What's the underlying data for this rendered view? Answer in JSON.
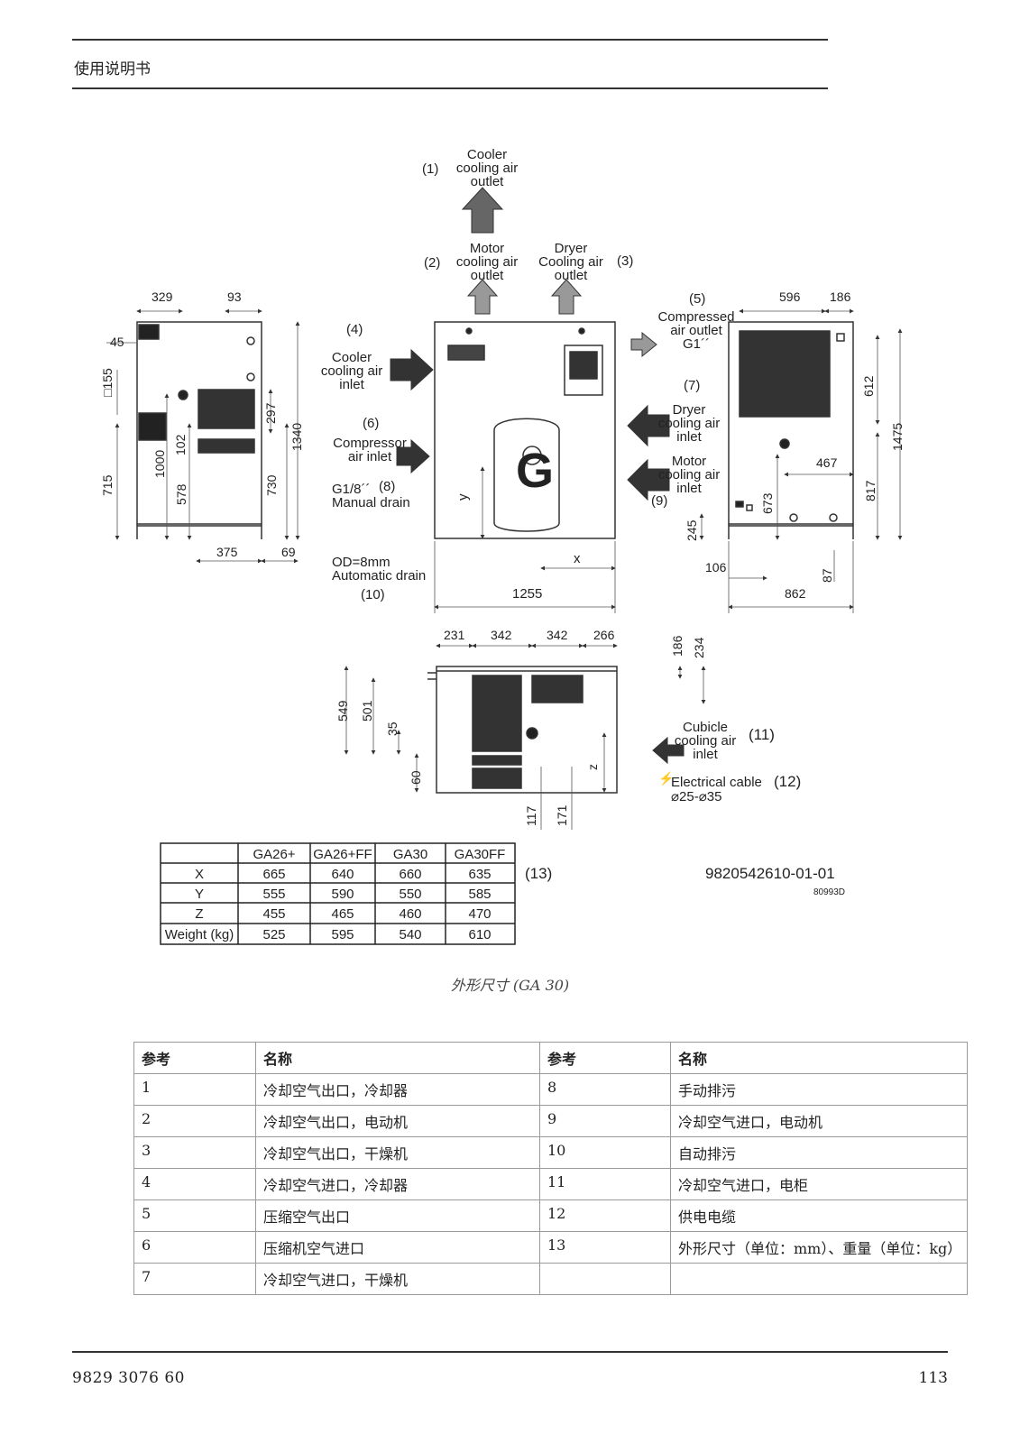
{
  "header": {
    "title": "使用说明书"
  },
  "footer": {
    "doc_number": "9829 3076 60",
    "page": "113"
  },
  "figure": {
    "caption": "外形尺寸 (GA 30)",
    "drawing_number": "9820542610-01-01",
    "drawing_code": "80993D",
    "callouts": {
      "c1_num": "(1)",
      "c1_l1": "Cooler",
      "c1_l2": "cooling air",
      "c1_l3": "outlet",
      "c2_num": "(2)",
      "c2_l1": "Motor",
      "c2_l2": "cooling air",
      "c2_l3": "outlet",
      "c3_num": "(3)",
      "c3_l1": "Dryer",
      "c3_l2": "Cooling air",
      "c3_l3": "outlet",
      "c4_num": "(4)",
      "c4_l1": "Cooler",
      "c4_l2": "cooling air",
      "c4_l3": "inlet",
      "c5_num": "(5)",
      "c5_l1": "Compressed",
      "c5_l2": "air outlet",
      "c5_l3": "G1´´",
      "c6_num": "(6)",
      "c6_l1": "Compressor",
      "c6_l2": "air inlet",
      "c7_num": "(7)",
      "c7_l1": "Dryer",
      "c7_l2": "cooling air",
      "c7_l3": "inlet",
      "c8_num": "(8)",
      "c8_l1": "G1/8´´",
      "c8_l2": "Manual drain",
      "c9_num": "(9)",
      "c9_l1": "Motor",
      "c9_l2": "cooling air",
      "c9_l3": "inlet",
      "c10_num": "(10)",
      "c10_l1": "OD=8mm",
      "c10_l2": "Automatic drain",
      "c11_num": "(11)",
      "c11_l1": "Cubicle",
      "c11_l2": "cooling air",
      "c11_l3": "inlet",
      "c12_num": "(12)",
      "c12_l1": "Electrical cable",
      "c12_l2": "⌀25-⌀35",
      "c13_num": "(13)"
    },
    "dimensions": {
      "left_329": "329",
      "left_93": "93",
      "left_45": "45",
      "left_155": "□155",
      "left_297": "297",
      "left_102": "102",
      "left_1340": "1340",
      "left_1000": "1000",
      "left_715": "715",
      "left_578": "578",
      "left_730": "730",
      "left_375": "375",
      "left_69": "69",
      "front_y": "y",
      "front_x": "x",
      "front_1255": "1255",
      "right_596": "596",
      "right_186": "186",
      "right_612": "612",
      "right_1475": "1475",
      "right_467": "467",
      "right_673": "673",
      "right_817": "817",
      "right_245": "245",
      "right_106": "106",
      "right_87": "87",
      "right_862": "862",
      "top_231": "231",
      "top_342a": "342",
      "top_342b": "342",
      "top_266": "266",
      "top_186": "186",
      "top_234": "234",
      "top_549": "549",
      "top_501": "501",
      "top_35": "35",
      "top_60": "60",
      "top_z": "z",
      "top_117": "117",
      "top_171": "171"
    },
    "dims_table": {
      "headers": [
        "",
        "GA26+",
        "GA26+FF",
        "GA30",
        "GA30FF"
      ],
      "rows": [
        [
          "X",
          "665",
          "640",
          "660",
          "635"
        ],
        [
          "Y",
          "555",
          "590",
          "550",
          "585"
        ],
        [
          "Z",
          "455",
          "465",
          "460",
          "470"
        ],
        [
          "Weight (kg)",
          "525",
          "595",
          "540",
          "610"
        ]
      ]
    }
  },
  "ref_table": {
    "headers": [
      "参考",
      "名称",
      "参考",
      "名称"
    ],
    "rows": [
      [
        "1",
        "冷却空气出口，冷却器",
        "8",
        "手动排污"
      ],
      [
        "2",
        "冷却空气出口，电动机",
        "9",
        "冷却空气进口，电动机"
      ],
      [
        "3",
        "冷却空气出口，干燥机",
        "10",
        "自动排污"
      ],
      [
        "4",
        "冷却空气进口，冷却器",
        "11",
        "冷却空气进口，电柜"
      ],
      [
        "5",
        "压缩空气出口",
        "12",
        "供电电缆"
      ],
      [
        "6",
        "压缩机空气进口",
        "13",
        "外形尺寸（单位：mm）、重量（单位：kg）"
      ],
      [
        "7",
        "冷却空气进口，干燥机",
        "",
        ""
      ]
    ]
  }
}
